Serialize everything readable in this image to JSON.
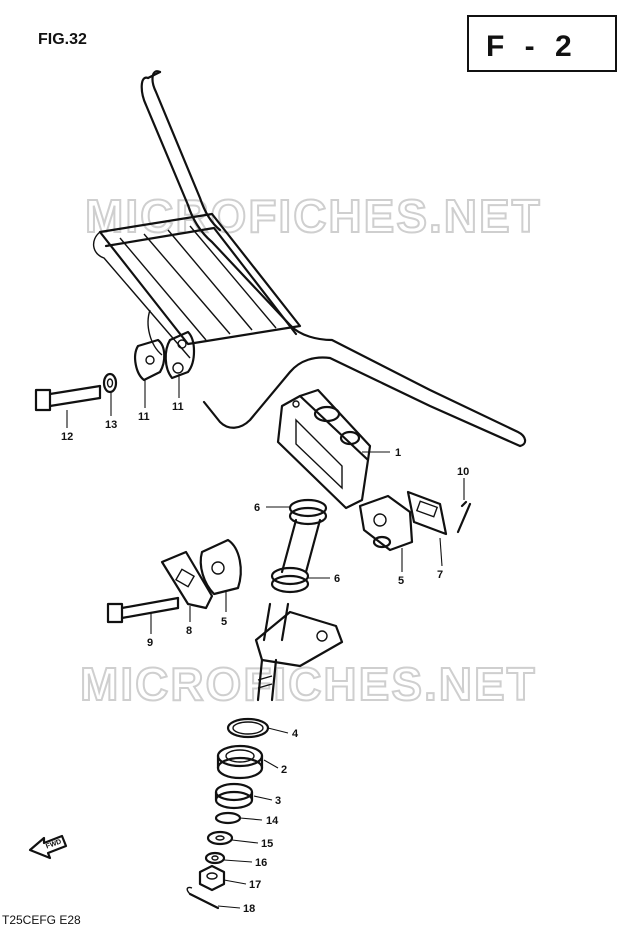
{
  "figure_label": "FIG.32",
  "section_code": "F - 2",
  "model_code": "T25CEFG  E28",
  "fwd_label": "FWD",
  "watermark_text": "MICROFICHES.NET",
  "callouts": [
    "1",
    "2",
    "3",
    "4",
    "5",
    "5",
    "6",
    "6",
    "7",
    "8",
    "9",
    "10",
    "11",
    "11",
    "12",
    "13",
    "14",
    "15",
    "16",
    "17",
    "18"
  ]
}
